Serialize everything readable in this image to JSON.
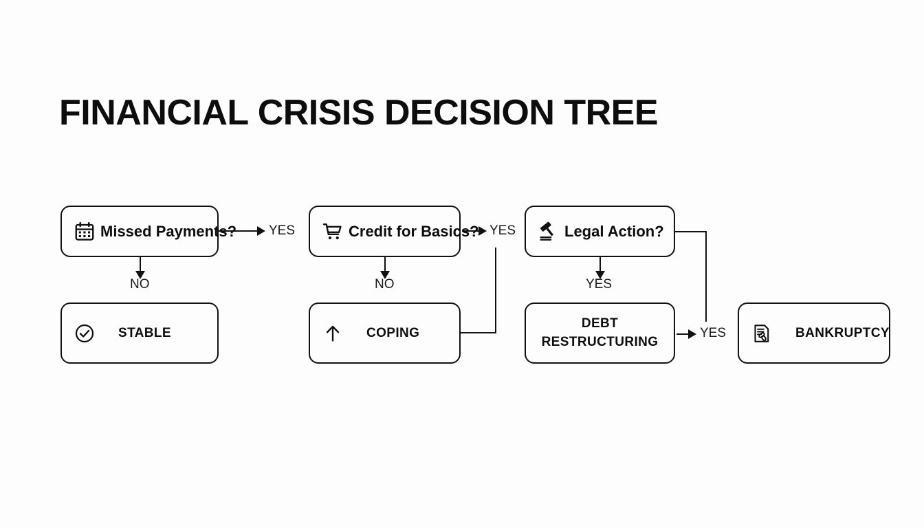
{
  "page": {
    "title": "FINANCIAL CRISIS DECISION TREE",
    "background_color": "#fdfdfd",
    "stroke_color": "#111111",
    "text_color": "#0d0d0d"
  },
  "nodes": {
    "missed_payments": {
      "label": "Missed Payments?",
      "icon": "calendar-icon",
      "type": "decision"
    },
    "credit_for_basics": {
      "label": "Credit for Basics?",
      "icon": "shopping-cart-icon",
      "type": "decision"
    },
    "legal_action": {
      "label": "Legal Action?",
      "icon": "gavel-icon",
      "type": "decision"
    },
    "stable": {
      "label": "STABLE",
      "icon": "check-circle-icon",
      "type": "outcome"
    },
    "coping": {
      "label": "COPING",
      "icon": "arrow-up-icon",
      "type": "outcome"
    },
    "debt_restructuring": {
      "label_line1": "DEBT",
      "label_line2": "RESTRUCTURING",
      "icon": "none",
      "type": "outcome"
    },
    "bankruptcy": {
      "label": "BANKRUPTCY",
      "icon": "bankruptcy-document-icon",
      "type": "outcome"
    }
  },
  "edges": {
    "missed_to_credit": "YES",
    "missed_to_stable": "NO",
    "credit_to_legal": "YES",
    "credit_to_coping": "NO",
    "legal_to_debt": "YES",
    "debt_to_bankruptcy": "YES"
  }
}
